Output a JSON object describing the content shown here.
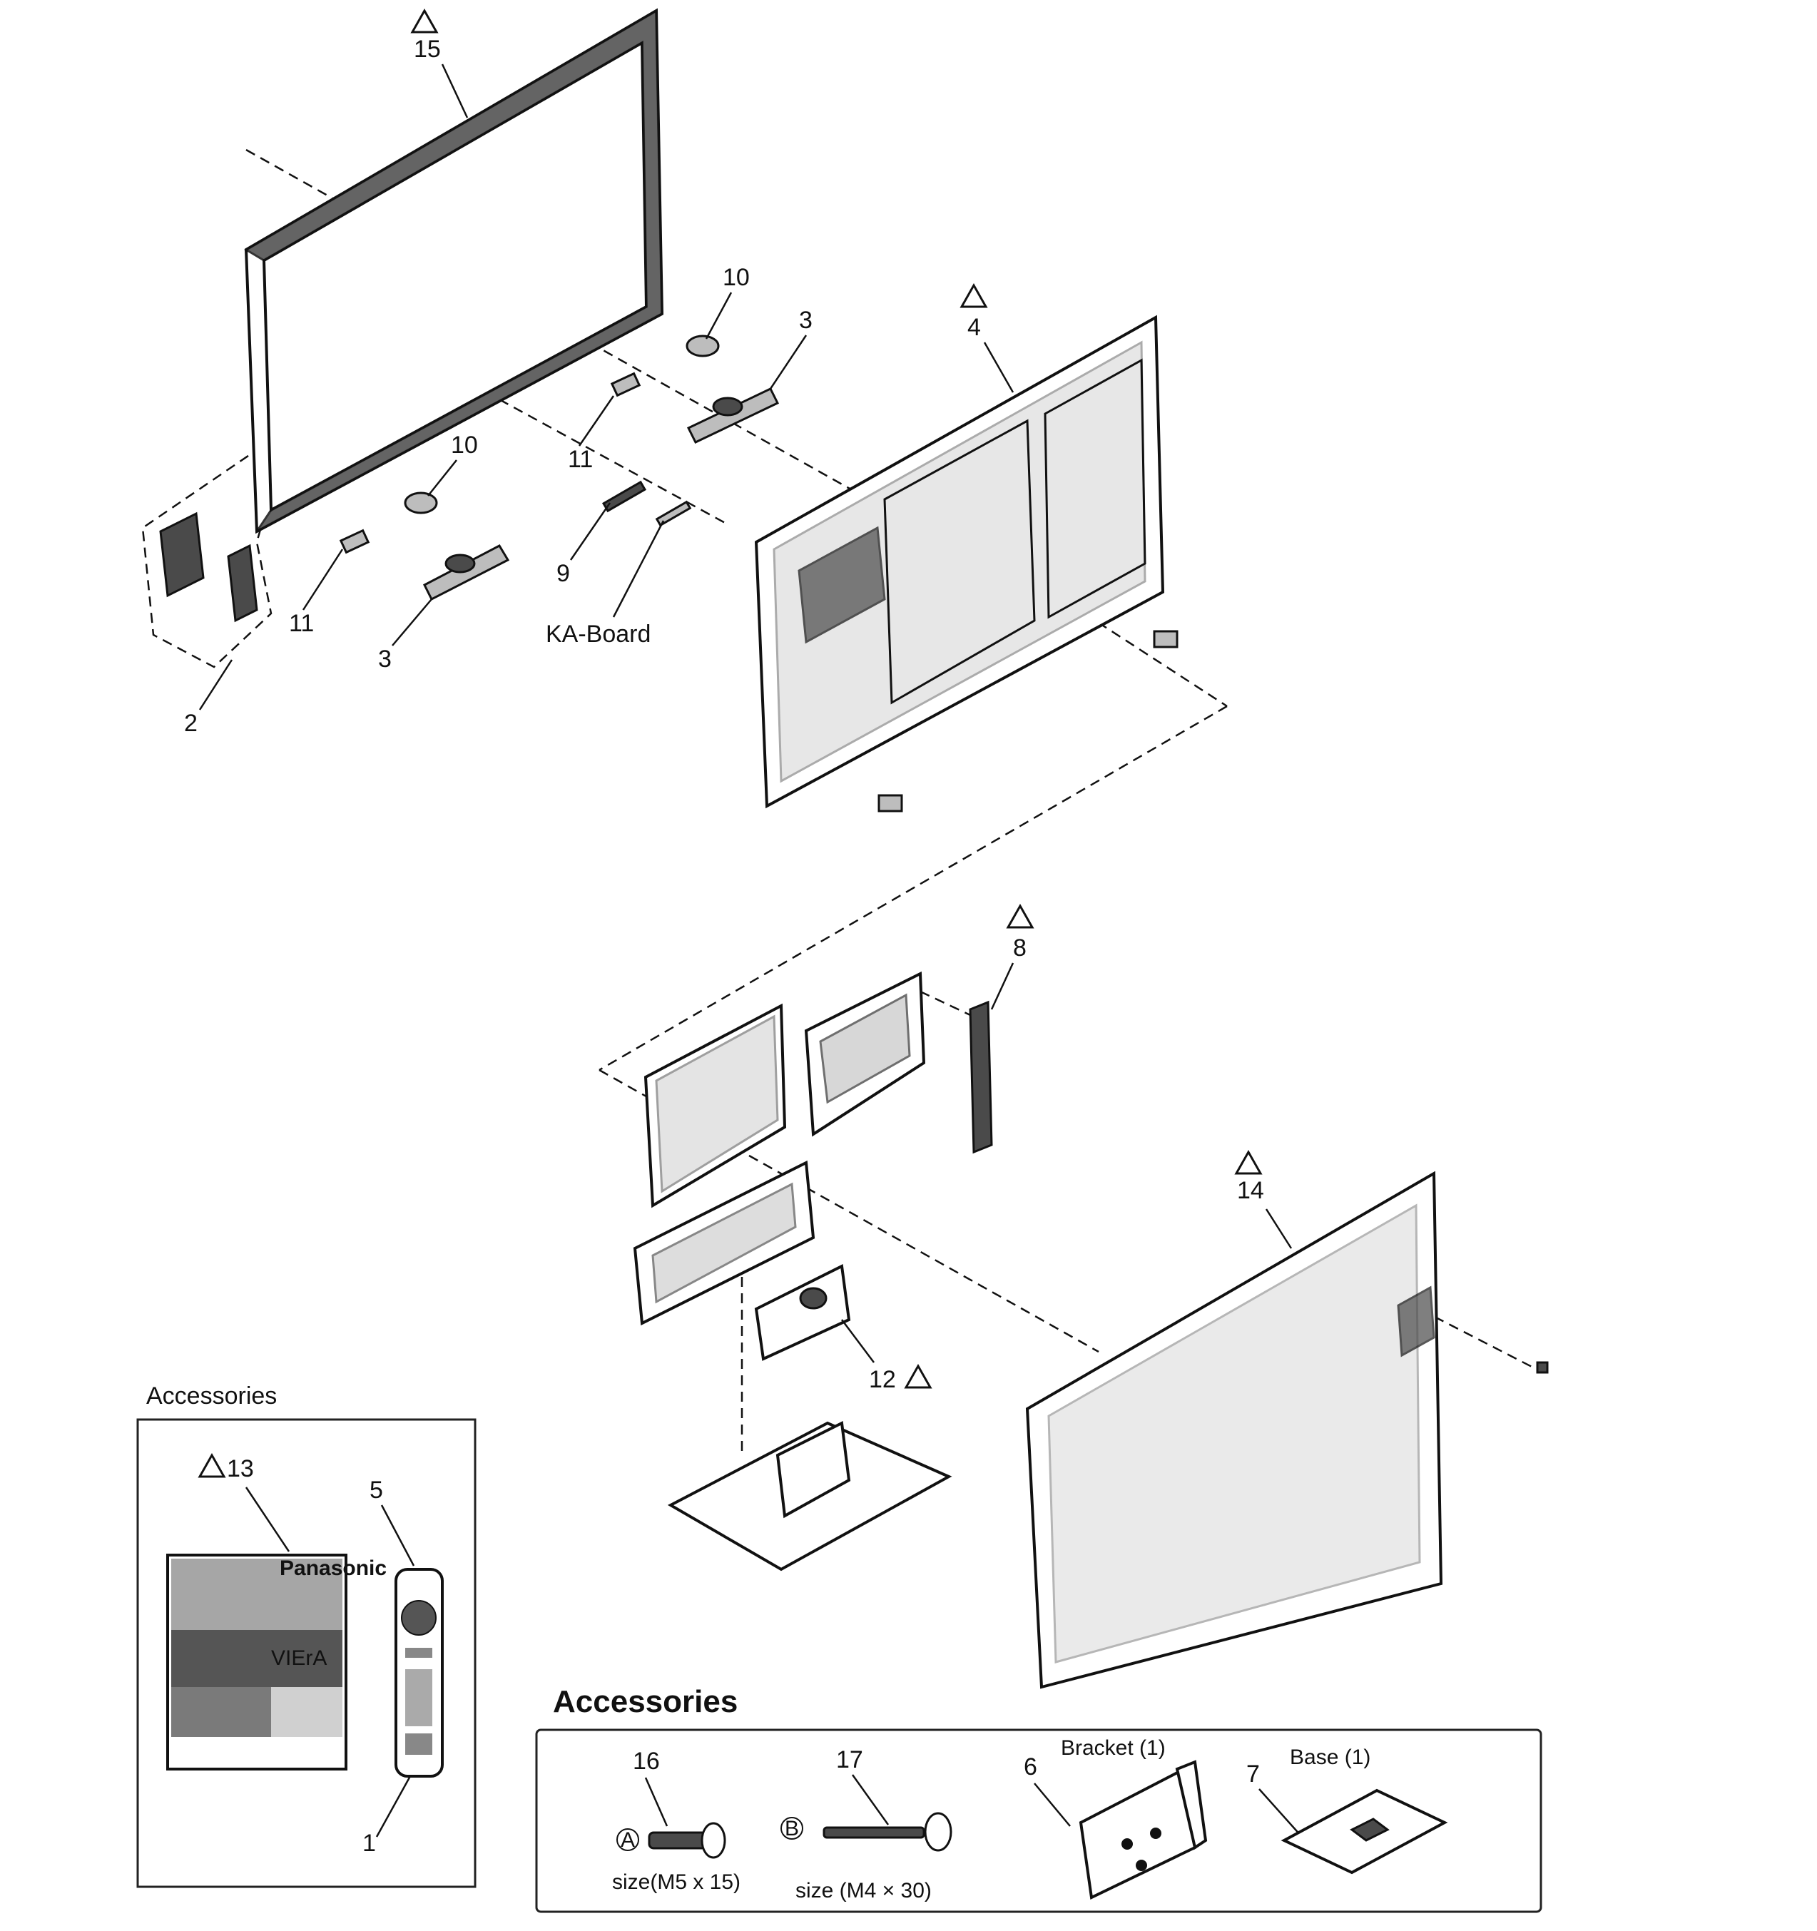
{
  "callouts": {
    "c15": "15",
    "c10a": "10",
    "c3a": "3",
    "c4": "4",
    "c11a": "11",
    "c10b": "10",
    "c9": "9",
    "c11b": "11",
    "c3b": "3",
    "ka_board": "KA-Board",
    "c2": "2",
    "c8": "8",
    "c14": "14",
    "c12": "12",
    "c13": "13",
    "c5": "5",
    "c1": "1",
    "c16": "16",
    "c17": "17",
    "c6": "6",
    "c7": "7"
  },
  "accessories_left": {
    "heading": "Accessories",
    "manual_brand": "Panasonic",
    "manual_product": "VIErA"
  },
  "accessories_bottom": {
    "heading": "Accessories",
    "screw_a_marker": "A",
    "screw_a_size": "size(M5 x 15)",
    "screw_b_marker": "B",
    "screw_b_size": "size (M4 × 30)",
    "bracket_label": "Bracket (1)",
    "base_label": "Base (1)"
  }
}
